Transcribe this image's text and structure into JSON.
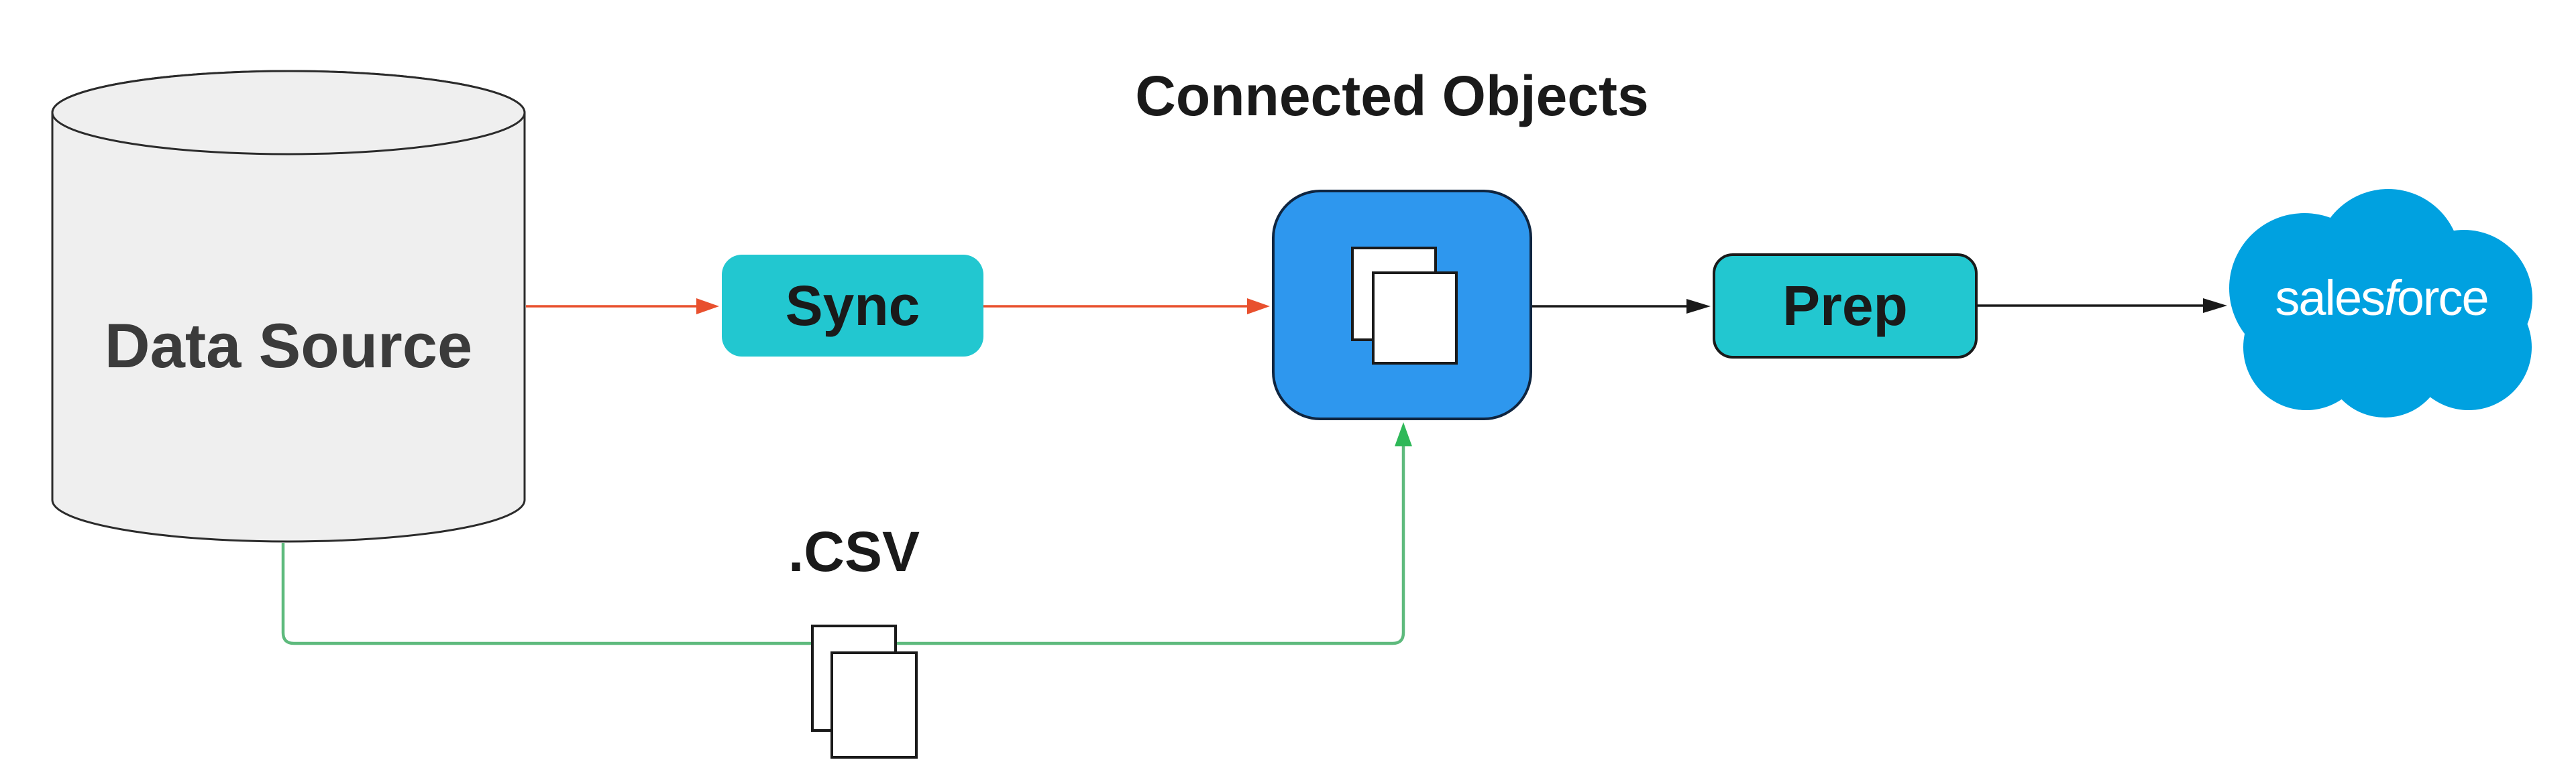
{
  "title": "Connected Objects",
  "nodes": {
    "data_source": {
      "label": "Data Source",
      "shape": "database-cylinder"
    },
    "sync": {
      "label": "Sync",
      "shape": "rounded-rect"
    },
    "connected_objects": {
      "icon": "copy-documents-icon",
      "shape": "rounded-square-tile"
    },
    "prep": {
      "label": "Prep",
      "shape": "rounded-rect"
    },
    "salesforce": {
      "label": "salesforce",
      "parts": [
        "sales",
        "f",
        "orce"
      ],
      "shape": "cloud-logo"
    }
  },
  "csv": {
    "label": ".CSV",
    "icon": "csv-documents-icon"
  },
  "edges": [
    {
      "from": "data_source",
      "to": "sync",
      "style": "arrow",
      "color_key": "orange"
    },
    {
      "from": "sync",
      "to": "connected_objects",
      "style": "arrow",
      "color_key": "orange"
    },
    {
      "from": "connected_objects",
      "to": "prep",
      "style": "arrow",
      "color_key": "ink"
    },
    {
      "from": "prep",
      "to": "salesforce",
      "style": "arrow",
      "color_key": "ink"
    },
    {
      "from": "data_source",
      "to": "connected_objects",
      "via": "csv",
      "style": "elbow-arrow",
      "color_key": "green_line"
    }
  ],
  "colors": {
    "teal": "#22c7d0",
    "blue_tile": "#2e97ee",
    "tile_border": "#0f2540",
    "orange": "#e8502e",
    "green_line": "#5eba7d",
    "green_arrow": "#2eb858",
    "ink": "#1a1a1a",
    "ds_text": "#3b3b3b",
    "cylinder_fill": "#efefef",
    "cylinder_stroke": "#2b2b2b",
    "sf_blue": "#00a1e0",
    "sf_text": "#ffffff"
  }
}
